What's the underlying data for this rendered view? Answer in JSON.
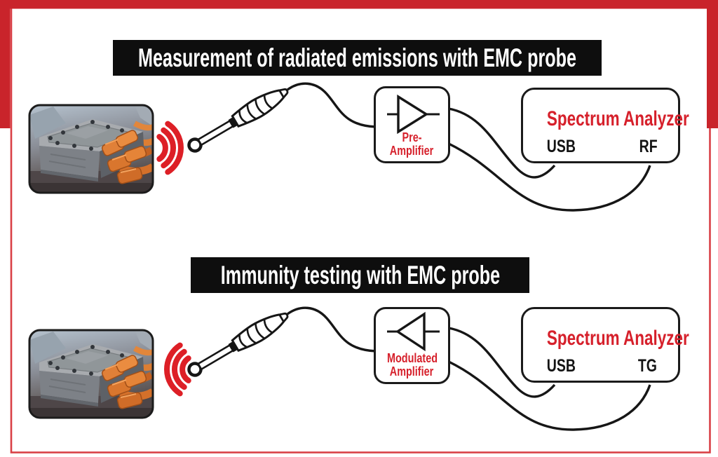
{
  "banners": {
    "top": "Measurement of radiated emissions with EMC probe",
    "bottom": "Immunity testing with EMC probe"
  },
  "top_diagram": {
    "amplifier_label": {
      "line1": "Pre-",
      "line2": "Amplifier"
    },
    "analyzer": {
      "title": "Spectrum Analyzer",
      "left_port": "USB",
      "right_port": "RF"
    }
  },
  "bottom_diagram": {
    "amplifier_label": {
      "line1": "Modulated",
      "line2": "Amplifier"
    },
    "analyzer": {
      "title": "Spectrum Analyzer",
      "left_port": "USB",
      "right_port": "TG"
    }
  },
  "icons": {
    "emc_probe": "loop-probe-with-segmented-handle-and-cable",
    "radiated_waves": "three-red-arcs-pointing-right",
    "immunity_waves": "three-red-arcs-pointing-left",
    "preamp_symbol": "amplifier-triangle-pointing-right",
    "modulated_amp_symbol": "amplifier-triangle-pointing-left",
    "device_photo": "automotive-inverter-with-orange-hv-cables"
  },
  "colors": {
    "accent_red_text": "#d6202b",
    "wave_red": "#dd1f26",
    "frame_red_band": "#c9242b",
    "frame_inner_line": "#d94046",
    "banner_black": "#0e0e0e",
    "line_black": "#161616"
  }
}
